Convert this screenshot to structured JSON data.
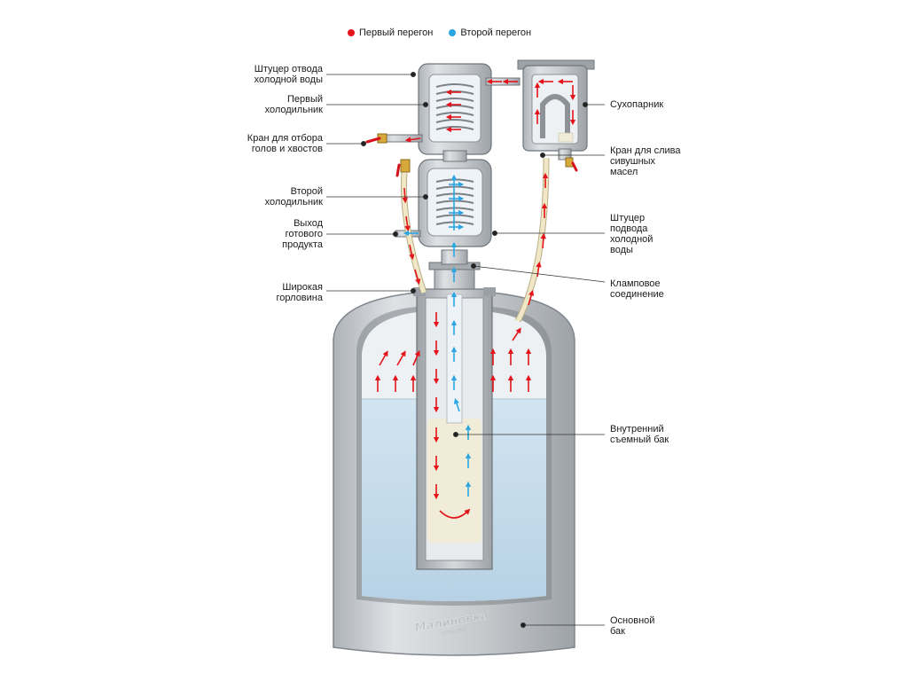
{
  "legend": {
    "first_label": "Первый перегон",
    "second_label": "Второй перегон",
    "first_color": "#e3141b",
    "second_color": "#2aa6e3"
  },
  "labels": {
    "cold_water_outlet": [
      "Штуцер отвода",
      "холодной воды"
    ],
    "first_cooler": [
      "Первый",
      "холодильник"
    ],
    "heads_tails_valve": [
      "Кран для отбора",
      "голов и хвостов"
    ],
    "second_cooler": [
      "Второй",
      "холодильник"
    ],
    "product_outlet": [
      "Выход",
      "готового",
      "продукта"
    ],
    "wide_neck": [
      "Широкая",
      "горловина"
    ],
    "dry_steamer": [
      "Сухопарник"
    ],
    "fusel_drain_valve": [
      "Кран для слива",
      "сивушных",
      "масел"
    ],
    "cold_water_inlet": [
      "Штуцер",
      "подвода",
      "холодной",
      "воды"
    ],
    "clamp_connection": [
      "Кламповое",
      "соединение"
    ],
    "inner_tank": [
      "Внутренний",
      "съемный бак"
    ],
    "main_tank": [
      "Основной",
      "бак"
    ]
  },
  "colors": {
    "steel": "#c9ccd0",
    "steel_dark": "#8d9298",
    "water": "#c5dceb",
    "mash": "#f0ecd8"
  },
  "icons": {
    "brand_logo": "Малиновка"
  }
}
